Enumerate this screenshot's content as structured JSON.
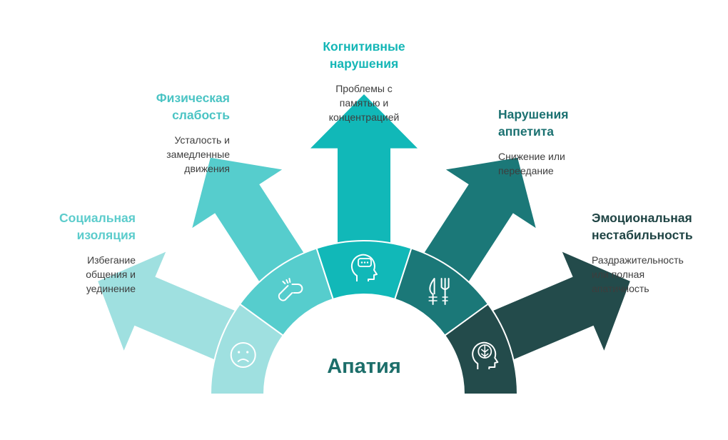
{
  "center": {
    "title": "Апатия"
  },
  "colors": {
    "social": "#9fe0e0",
    "physical": "#56cdcd",
    "cognitive": "#11b8b8",
    "appetite": "#1b7878",
    "emotional": "#234b4b",
    "title_social": "#5ccccc",
    "title_physical": "#4bc4c4",
    "title_cognitive": "#13b6b6",
    "title_appetite": "#1b7171",
    "title_emotional": "#1f4444",
    "icon": "#ffffff"
  },
  "segments": [
    {
      "key": "social",
      "icon": "sad-face-icon",
      "title": "Социальная\nизоляция",
      "desc": "Избегание\nобщения и\nуединение"
    },
    {
      "key": "physical",
      "icon": "broken-link-icon",
      "title": "Физическая\nслабость",
      "desc": "Усталость и\nзамедленные\nдвижения"
    },
    {
      "key": "cognitive",
      "icon": "head-chat-icon",
      "title": "Когнитивные\nнарушения",
      "desc": "Проблемы с\nпамятью и\nконцентрацией"
    },
    {
      "key": "appetite",
      "icon": "knife-fork-icon",
      "title": "Нарушения\nаппетита",
      "desc": "Снижение или\nпереедание"
    },
    {
      "key": "emotional",
      "icon": "head-brain-icon",
      "title": "Эмоциональная\nнестабильность",
      "desc": "Раздражительность\nили полная\nапатичность"
    }
  ]
}
